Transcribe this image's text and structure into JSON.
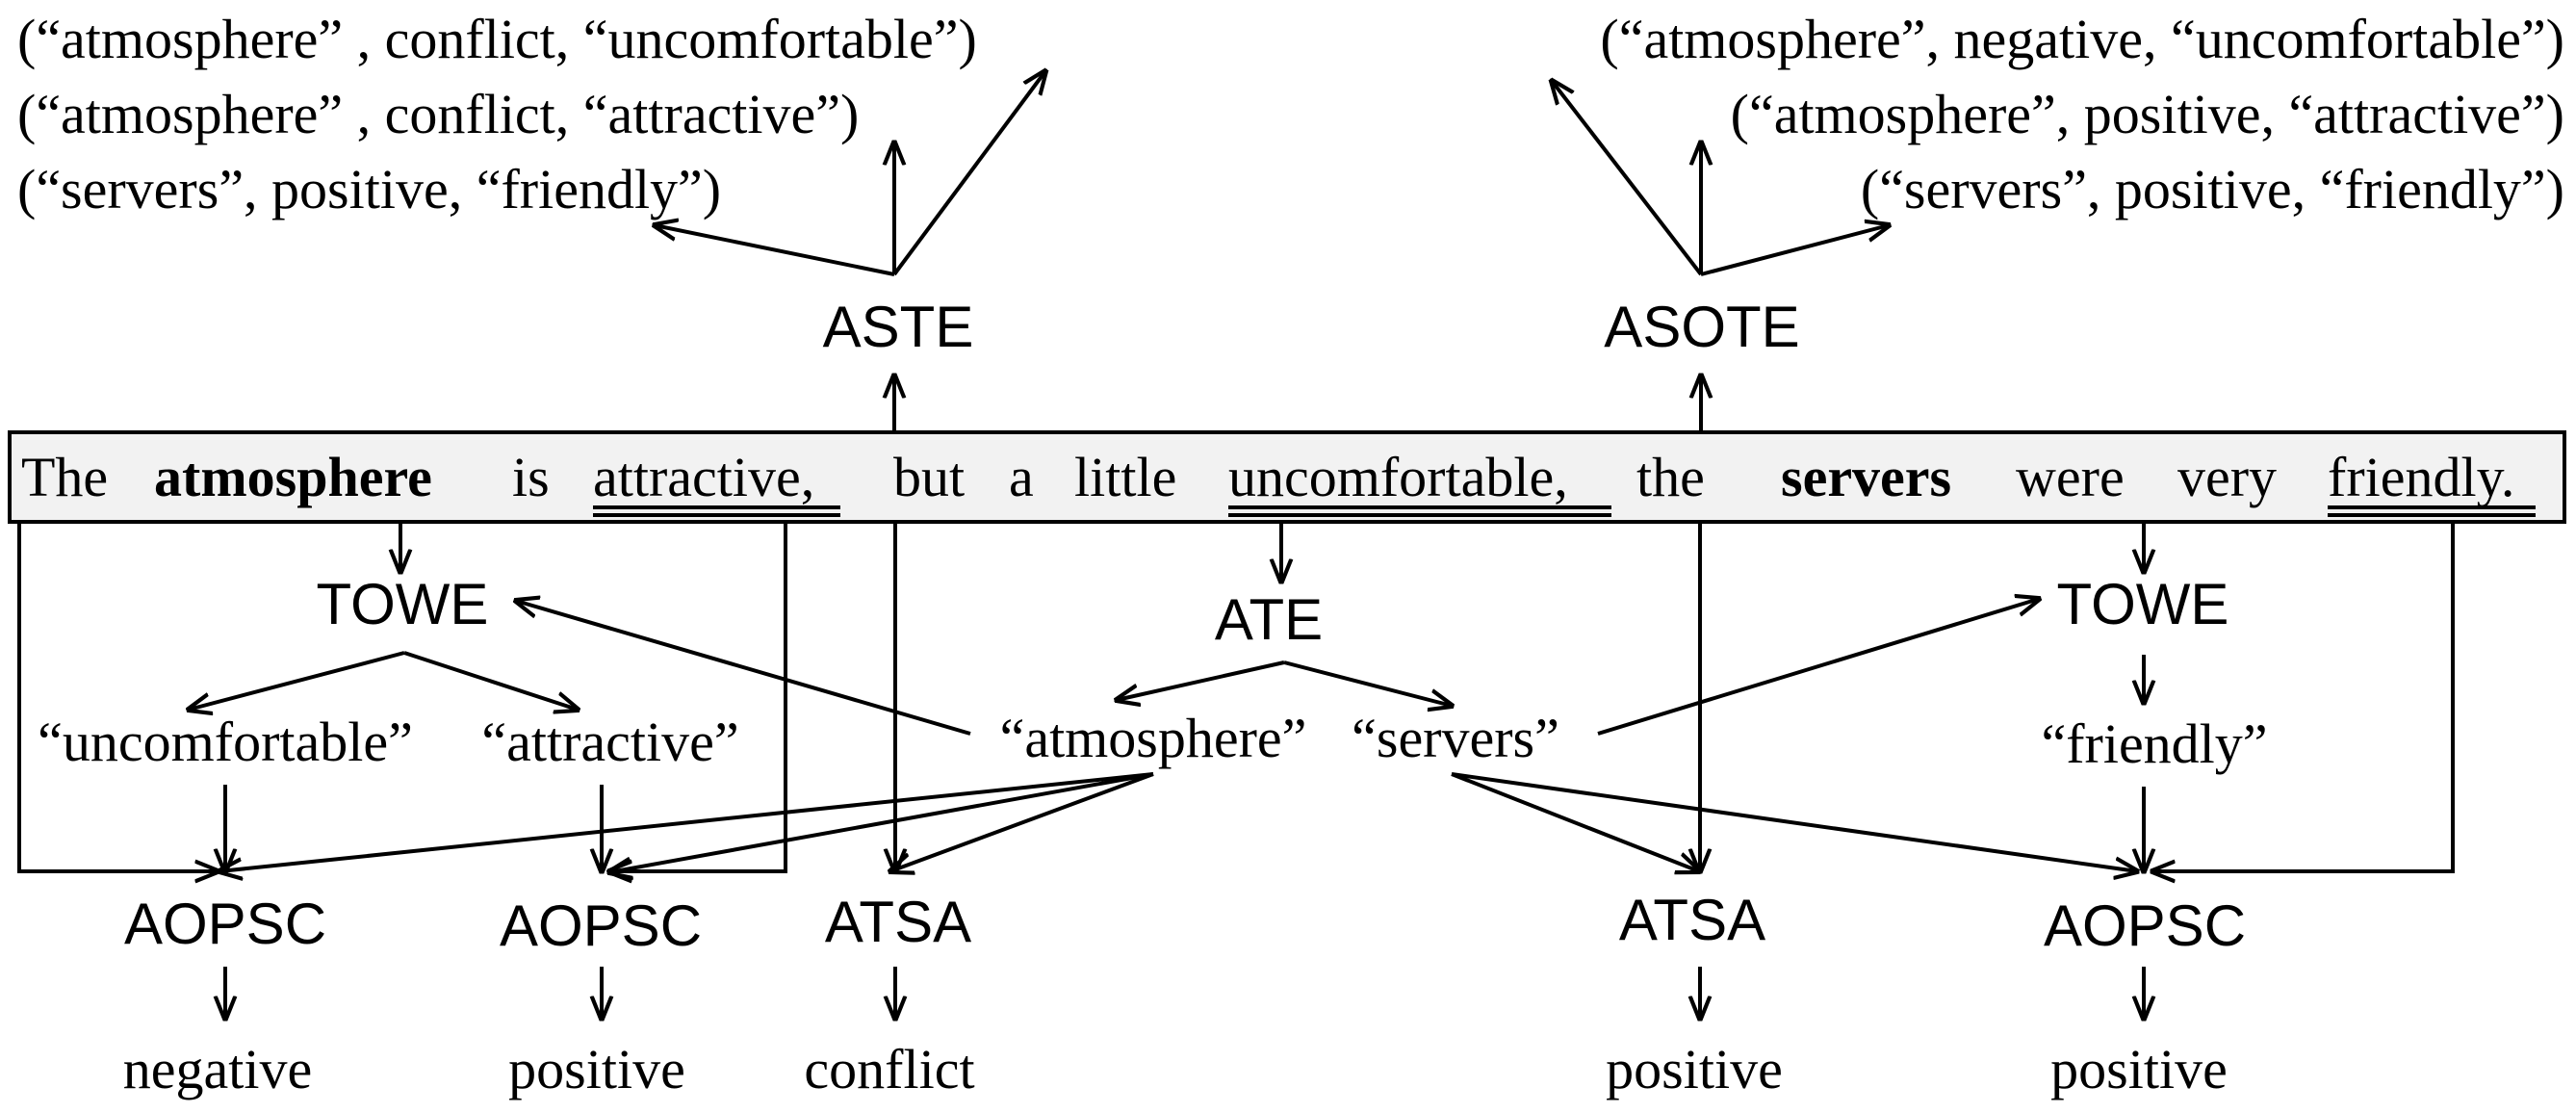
{
  "aste": {
    "label": "ASTE",
    "triplets": [
      "(“atmosphere” , conflict, “uncomfortable”)",
      "(“atmosphere” , conflict, “attractive”)",
      "(“servers”, positive, “friendly”)"
    ]
  },
  "asote": {
    "label": "ASOTE",
    "triplets": [
      "(“atmosphere”, negative, “uncomfortable”)",
      "(“atmosphere”, positive, “attractive”)",
      "(“servers”, positive, “friendly”)"
    ]
  },
  "sentence": {
    "words": [
      "The",
      "atmosphere",
      "is",
      "attractive,",
      "but",
      "a",
      "little",
      "uncomfortable,",
      "the",
      "servers",
      "were",
      "very",
      "friendly."
    ],
    "aspect_terms": [
      "atmosphere",
      "servers"
    ],
    "opinion_terms": [
      "attractive",
      "uncomfortable",
      "friendly"
    ]
  },
  "tasks": {
    "towe": "TOWE",
    "ate": "ATE",
    "aopsc": "AOPSC",
    "atsa": "ATSA"
  },
  "terms": {
    "atmosphere": "“atmosphere”",
    "servers": "“servers”",
    "uncomfortable": "“uncomfortable”",
    "attractive": "“attractive”",
    "friendly": "“friendly”"
  },
  "outputs": {
    "aopsc_uncomfortable": "negative",
    "aopsc_attractive": "positive",
    "atsa_atmosphere": "conflict",
    "atsa_servers": "positive",
    "aopsc_friendly": "positive"
  }
}
